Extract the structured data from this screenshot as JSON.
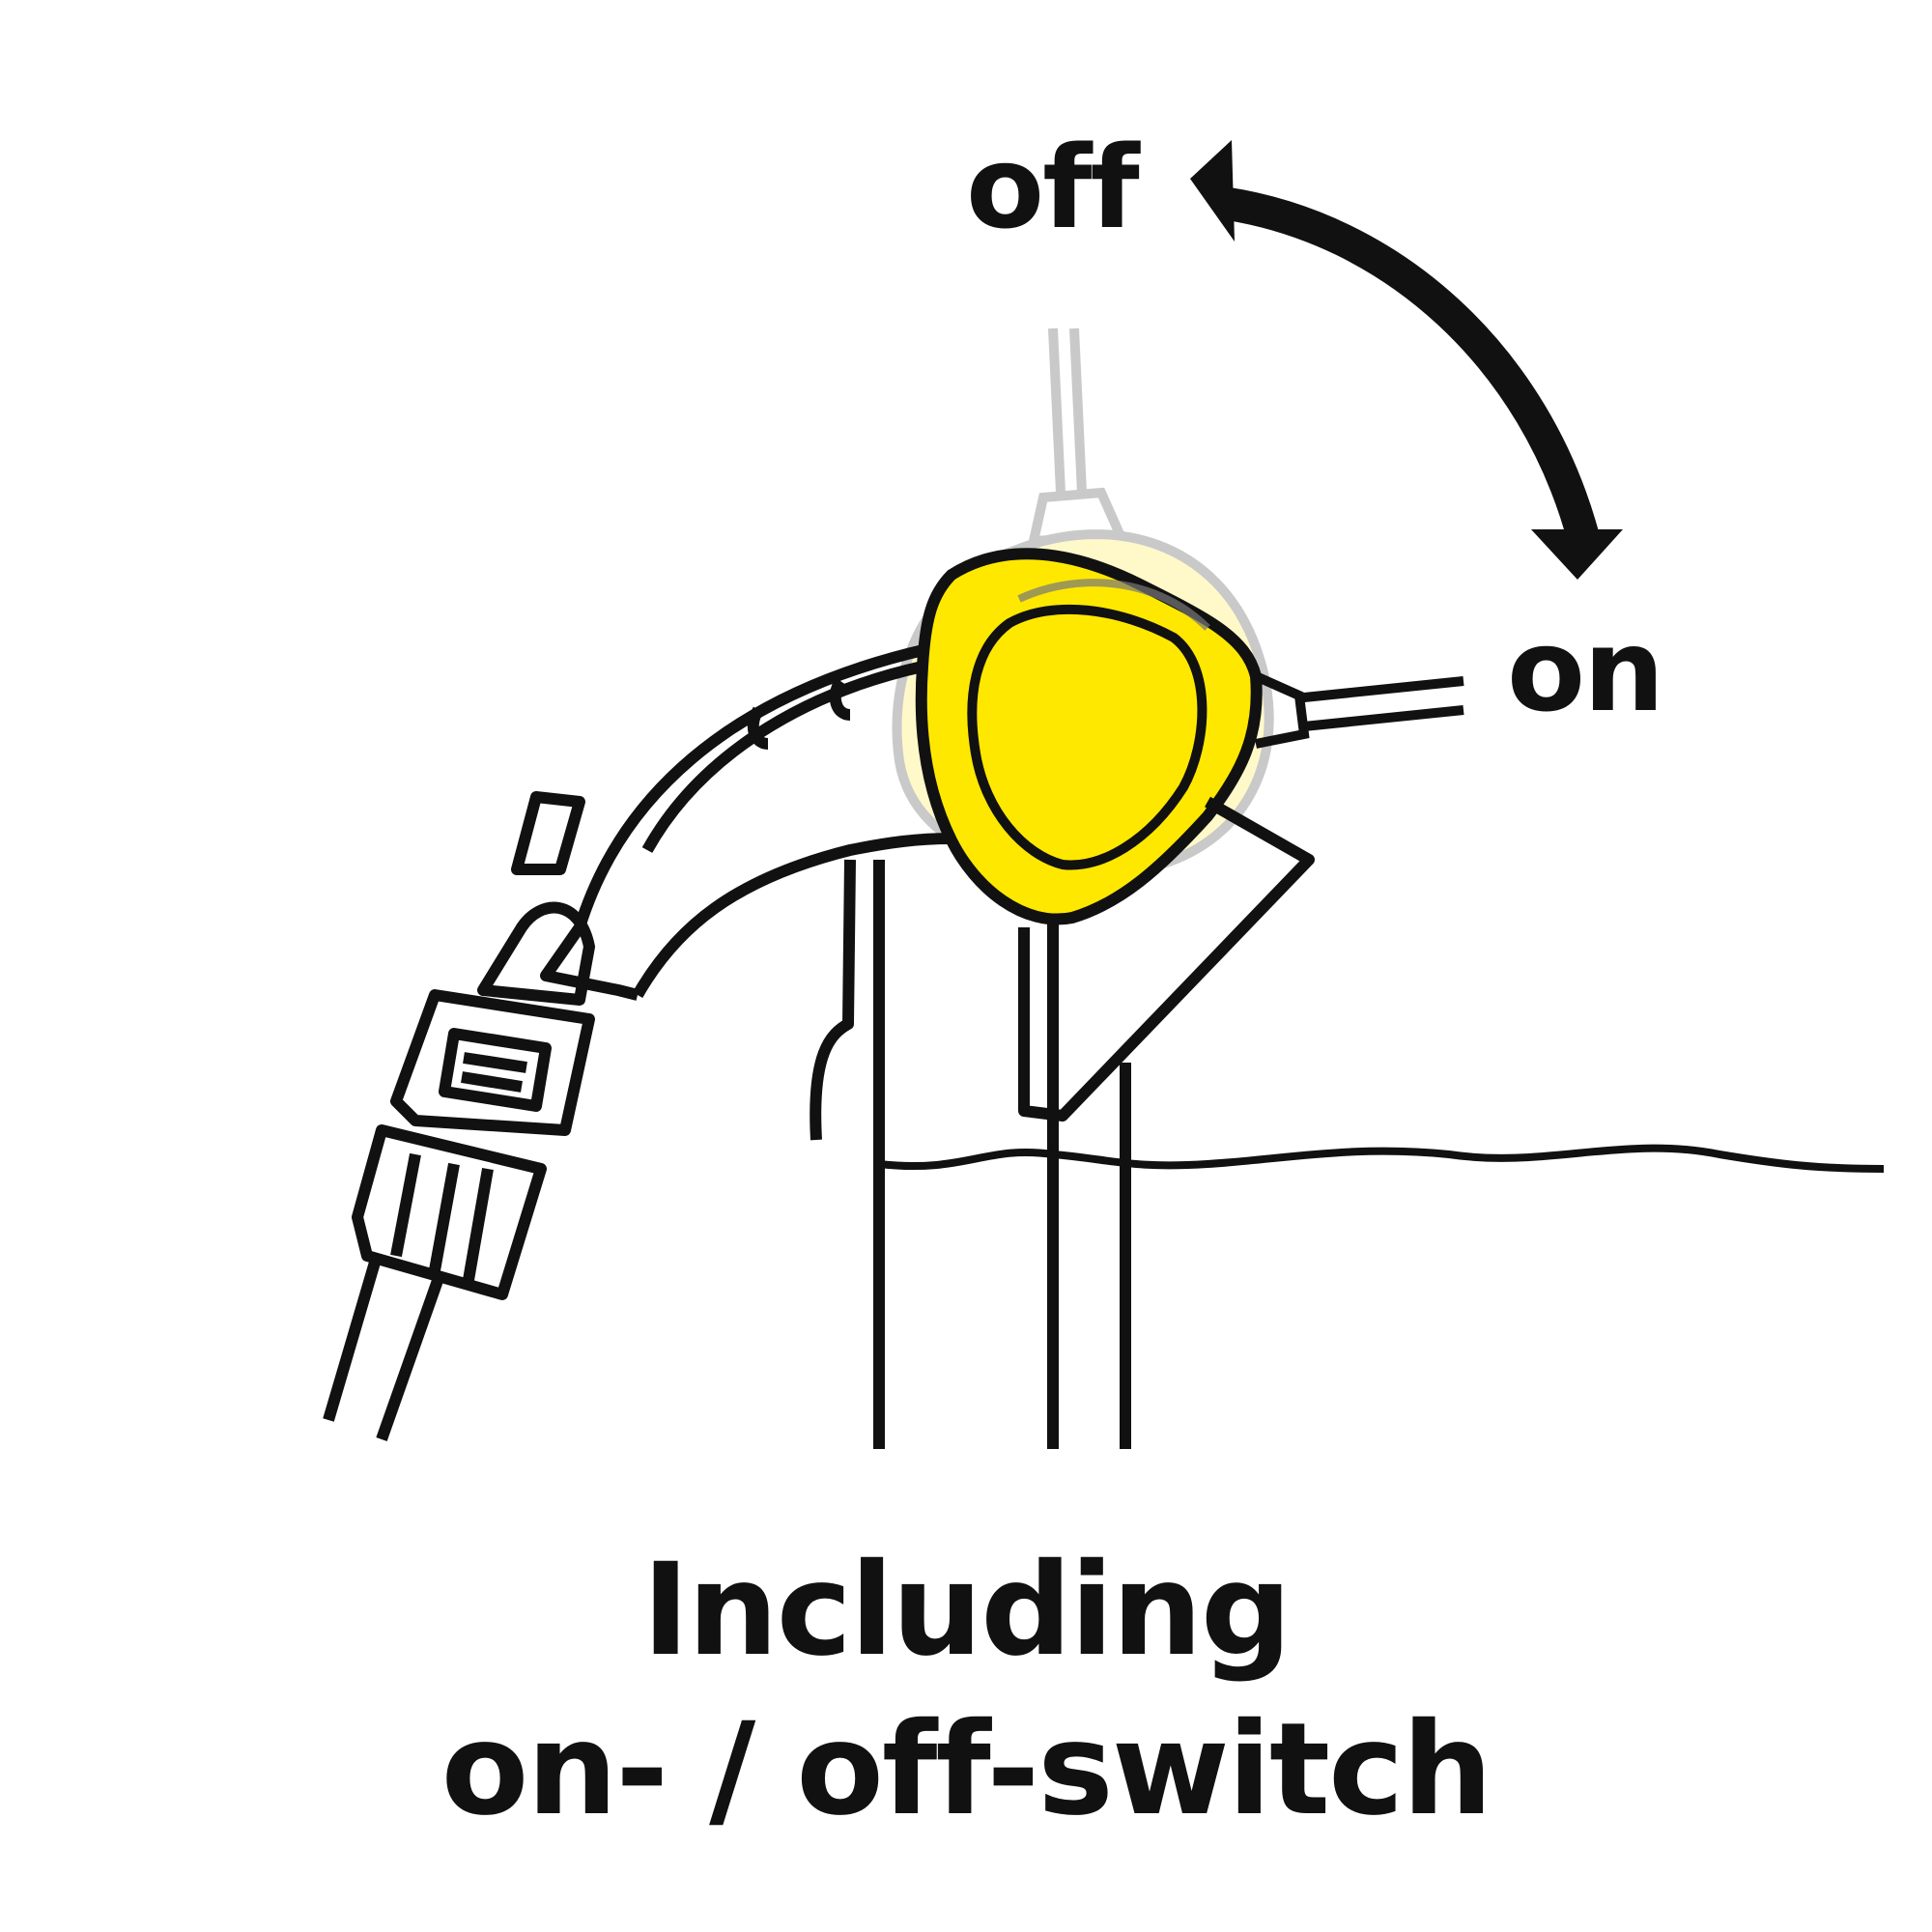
{
  "labels": {
    "off": "off",
    "on": "on"
  },
  "caption": {
    "line1": "Including",
    "line2": "on- / off-switch"
  },
  "colors": {
    "accent_yellow": "#FFE800",
    "ink": "#111111",
    "ghost_gray": "#BDBDBD",
    "background": "#FFFFFF"
  },
  "icons": [
    "rotation-arrow-icon",
    "float-switch-icon",
    "hose-connector-icon",
    "pump-icon",
    "water-line-icon"
  ]
}
